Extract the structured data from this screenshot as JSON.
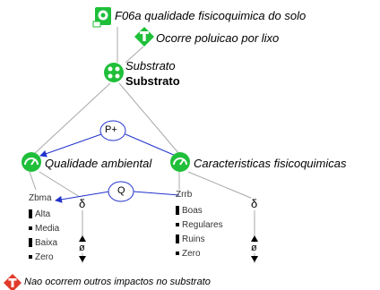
{
  "title": "F06a qualidade fisicoquimica do solo",
  "assumption_text": "Ocorre poluicao por lixo",
  "entity": {
    "instance_name": "Substrato",
    "type_name": "Substrato"
  },
  "proportionality_label": "P+",
  "quantity_correspondence_label": "Q",
  "quantities": [
    {
      "name": "Qualidade ambiental",
      "quantity_space_name": "Zbma",
      "values": [
        "Alta",
        "Media",
        "Baixa",
        "Zero"
      ],
      "derivative_symbol": "δ",
      "derivative_value": "ø"
    },
    {
      "name": "Caracteristicas fisicoquimicas",
      "quantity_space_name": "Zrrb",
      "values": [
        "Boas",
        "Regulares",
        "Ruins",
        "Zero"
      ],
      "derivative_symbol": "δ",
      "derivative_value": "ø"
    }
  ],
  "condition_text": "Nao ocorrem outros impactos no substrato",
  "colors": {
    "icon_green": "#1fbf3a",
    "condition_red": "#e23a2a",
    "relation_blue": "#2233cc",
    "connector_gray": "#a8a8a8"
  }
}
